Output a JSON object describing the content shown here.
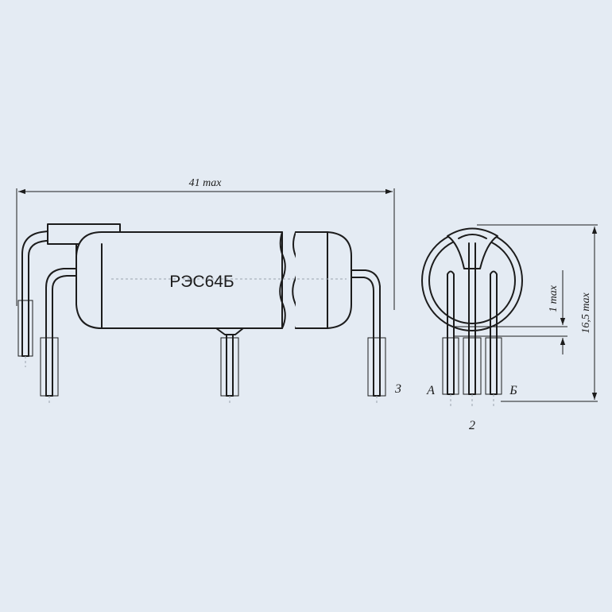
{
  "component": {
    "marking": "РЭС64Б"
  },
  "dimensions": {
    "overall_length": "41 max",
    "height": "16,5 max",
    "pin_offset": "1 max"
  },
  "pins": {
    "side_view_right": "3",
    "end_view_left": "А",
    "end_view_center": "2",
    "end_view_right": "Б"
  }
}
